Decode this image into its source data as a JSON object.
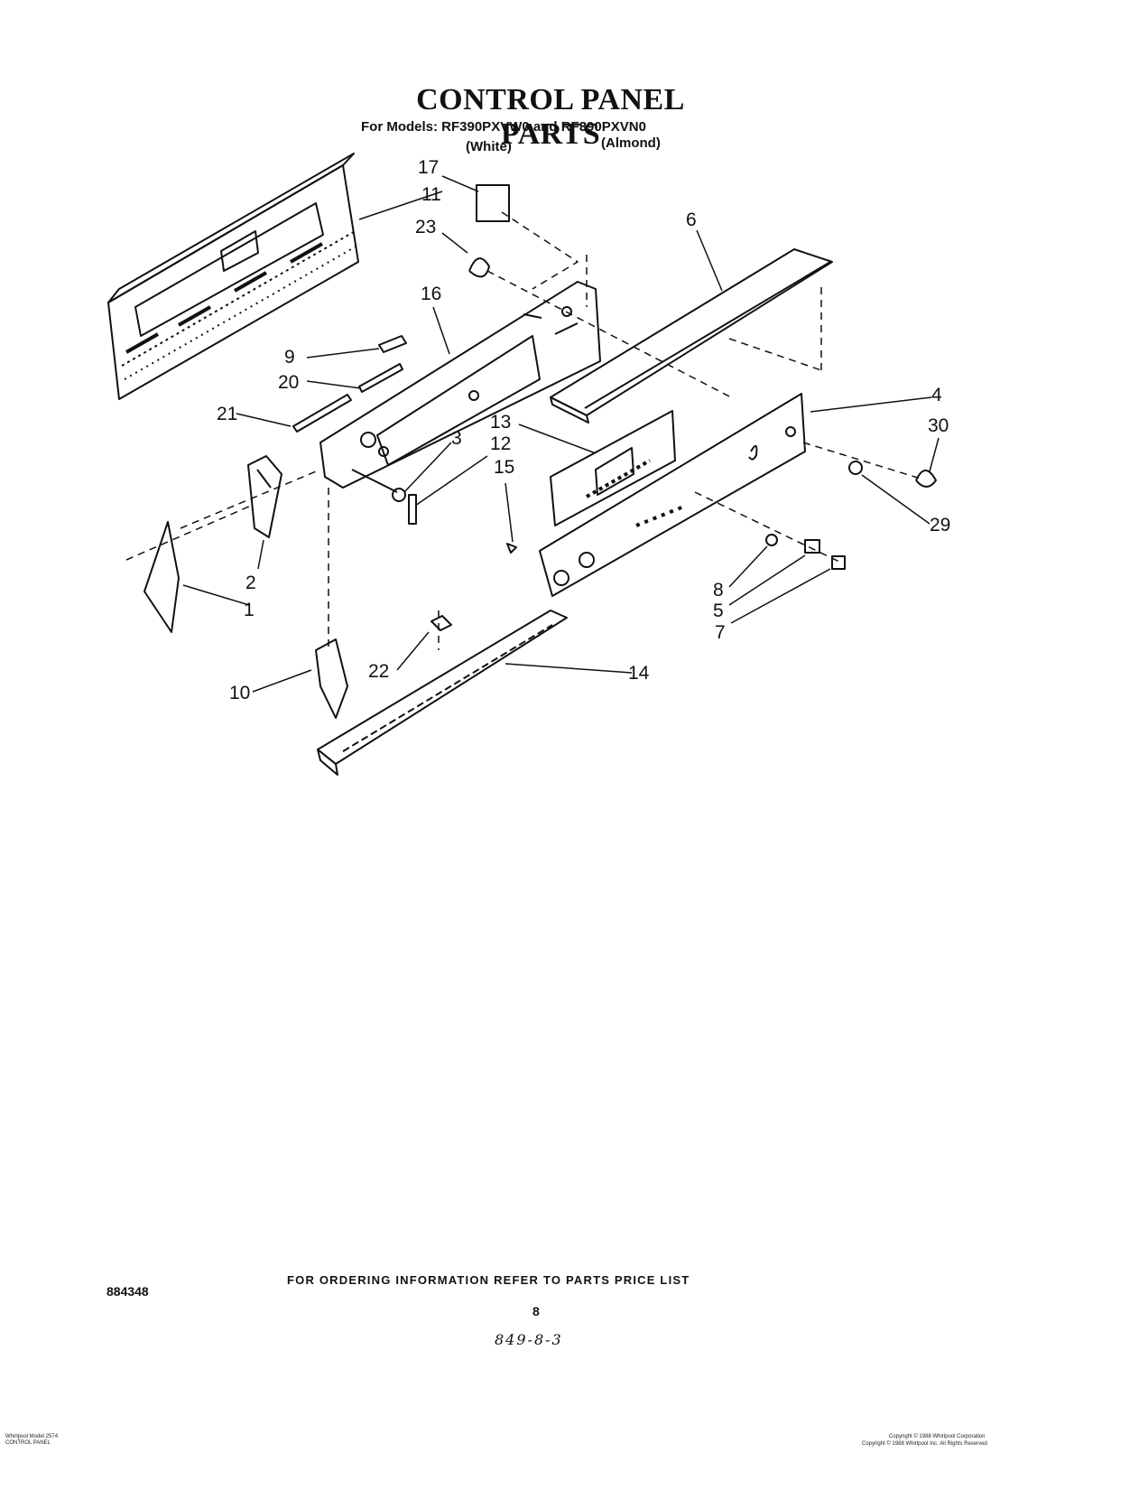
{
  "header": {
    "title": "CONTROL PANEL PARTS",
    "models_line": "For Models: RF390PXVW0 and RF390PXVN0",
    "color_white": "(White)",
    "color_almond": "(Almond)"
  },
  "callouts": [
    {
      "id": "1",
      "label": "1"
    },
    {
      "id": "2",
      "label": "2"
    },
    {
      "id": "3",
      "label": "3"
    },
    {
      "id": "4",
      "label": "4"
    },
    {
      "id": "5",
      "label": "5"
    },
    {
      "id": "6",
      "label": "6"
    },
    {
      "id": "7",
      "label": "7"
    },
    {
      "id": "8",
      "label": "8"
    },
    {
      "id": "9",
      "label": "9"
    },
    {
      "id": "10",
      "label": "10"
    },
    {
      "id": "11",
      "label": "11"
    },
    {
      "id": "12",
      "label": "12"
    },
    {
      "id": "13",
      "label": "13"
    },
    {
      "id": "14",
      "label": "14"
    },
    {
      "id": "15",
      "label": "15"
    },
    {
      "id": "16",
      "label": "16"
    },
    {
      "id": "17",
      "label": "17"
    },
    {
      "id": "20",
      "label": "20"
    },
    {
      "id": "21",
      "label": "21"
    },
    {
      "id": "22",
      "label": "22"
    },
    {
      "id": "23",
      "label": "23"
    },
    {
      "id": "29",
      "label": "29"
    },
    {
      "id": "30",
      "label": "30"
    }
  ],
  "footer": {
    "ordering_note": "FOR ORDERING INFORMATION REFER TO PARTS PRICE LIST",
    "doc_number": "884348",
    "page_number": "8",
    "handwritten": "849-8-3",
    "corner_left_1": "Whirlpool Model 2574",
    "corner_left_2": "CONTROL PANEL",
    "copyright_1": "Copyright © 1988 Whirlpool Corporation",
    "copyright_2": "Copyright © 1988 Whirlpool Inc. All Rights Reserved"
  }
}
